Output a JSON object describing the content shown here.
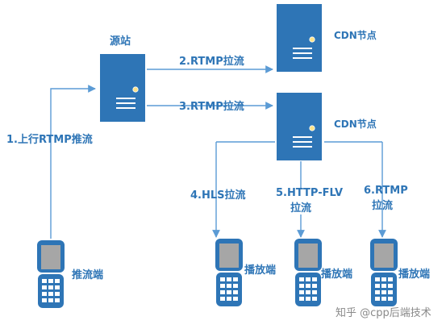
{
  "nodes": {
    "origin": {
      "label": "源站"
    },
    "cdn_top": {
      "label": "CDN节点"
    },
    "cdn_mid": {
      "label": "CDN节点"
    },
    "pusher": {
      "label": "推流端"
    },
    "player1": {
      "label": "播放端"
    },
    "player2": {
      "label": "播放端"
    },
    "player3": {
      "label": "播放端"
    }
  },
  "edges": {
    "push": {
      "label": "1.上行RTMP推流"
    },
    "pull_top": {
      "label": "2.RTMP拉流"
    },
    "pull_mid": {
      "label": "3.RTMP拉流"
    },
    "hls": {
      "label": "4.HLS拉流"
    },
    "flv_line1": {
      "label": "5.HTTP-FLV"
    },
    "flv_line2": {
      "label": "拉流"
    },
    "rtmp_line1": {
      "label": "6.RTMP"
    },
    "rtmp_line2": {
      "label": "拉流"
    }
  },
  "watermark": {
    "text": "知乎 @cpp后端技术"
  },
  "colors": {
    "server_fill": "#2E75B6",
    "line": "#5B9BD5",
    "label": "#2E75B6",
    "indicator": "#FFE38A"
  }
}
